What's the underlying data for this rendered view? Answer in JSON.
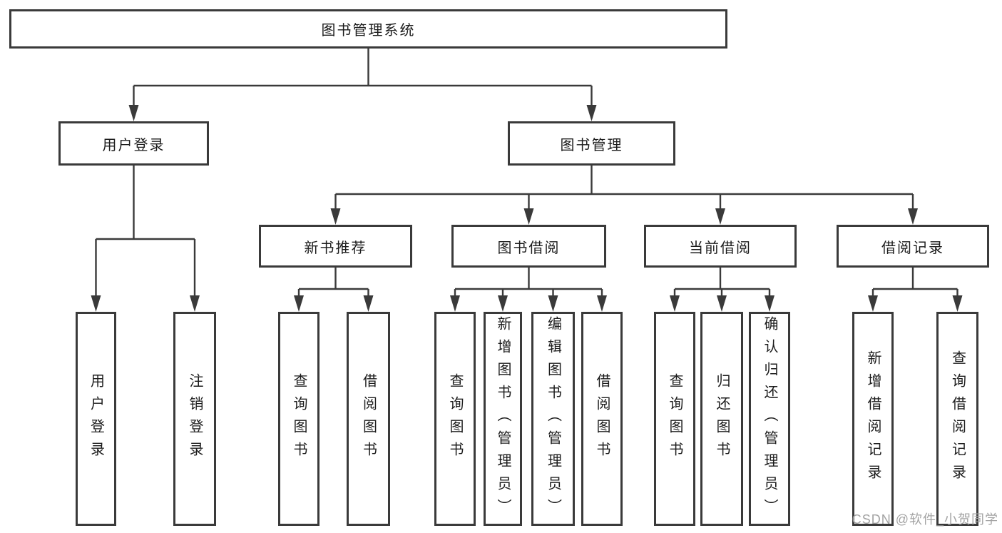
{
  "colors": {
    "background": "#ffffff",
    "line": "#3a3a3a",
    "box_fill": "#ffffff",
    "text": "#1c1c1c",
    "watermark": "#a3a3a3"
  },
  "diagram": {
    "root": {
      "label": "图书管理系统"
    },
    "children": [
      {
        "label": "用户登录",
        "children": [
          {
            "label": "用户登录"
          },
          {
            "label": "注销登录"
          }
        ]
      },
      {
        "label": "图书管理",
        "children": [
          {
            "label": "新书推荐",
            "children": [
              {
                "label": "查询图书"
              },
              {
                "label": "借阅图书"
              }
            ]
          },
          {
            "label": "图书借阅",
            "children": [
              {
                "label": "查询图书"
              },
              {
                "label": "新增图书（管理员）"
              },
              {
                "label": "编辑图书（管理员）"
              },
              {
                "label": "借阅图书"
              }
            ]
          },
          {
            "label": "当前借阅",
            "children": [
              {
                "label": "查询图书"
              },
              {
                "label": "归还图书"
              },
              {
                "label": "确认归还（管理员）"
              }
            ]
          },
          {
            "label": "借阅记录",
            "children": [
              {
                "label": "新增借阅记录"
              },
              {
                "label": "查询借阅记录"
              }
            ]
          }
        ]
      }
    ]
  },
  "watermark": {
    "text": "CSDN @软件_小贺同学"
  }
}
